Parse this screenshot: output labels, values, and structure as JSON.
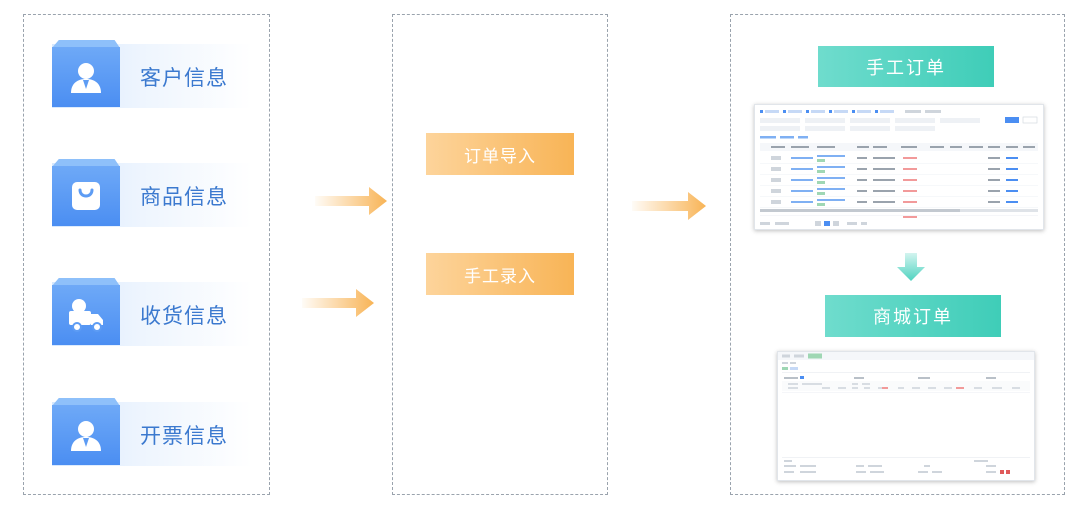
{
  "left_panel": {
    "cards": [
      {
        "label": "客户信息",
        "icon": "customer-user-icon"
      },
      {
        "label": "商品信息",
        "icon": "shopping-bag-icon"
      },
      {
        "label": "收货信息",
        "icon": "delivery-truck-icon"
      },
      {
        "label": "开票信息",
        "icon": "invoice-user-icon"
      }
    ]
  },
  "middle_panel": {
    "actions": [
      {
        "label": "订单导入"
      },
      {
        "label": "手工录入"
      }
    ]
  },
  "right_panel": {
    "manual_order_title": "手工订单",
    "mall_order_title": "商城订单"
  },
  "colors": {
    "card_blue": "#4b8ef2",
    "card_label": "#3b79cf",
    "action_orange": "#f8b456",
    "title_teal": "#3fcdb8",
    "arrow_orange": "#f8b456",
    "arrow_teal": "#4fd3c0"
  }
}
